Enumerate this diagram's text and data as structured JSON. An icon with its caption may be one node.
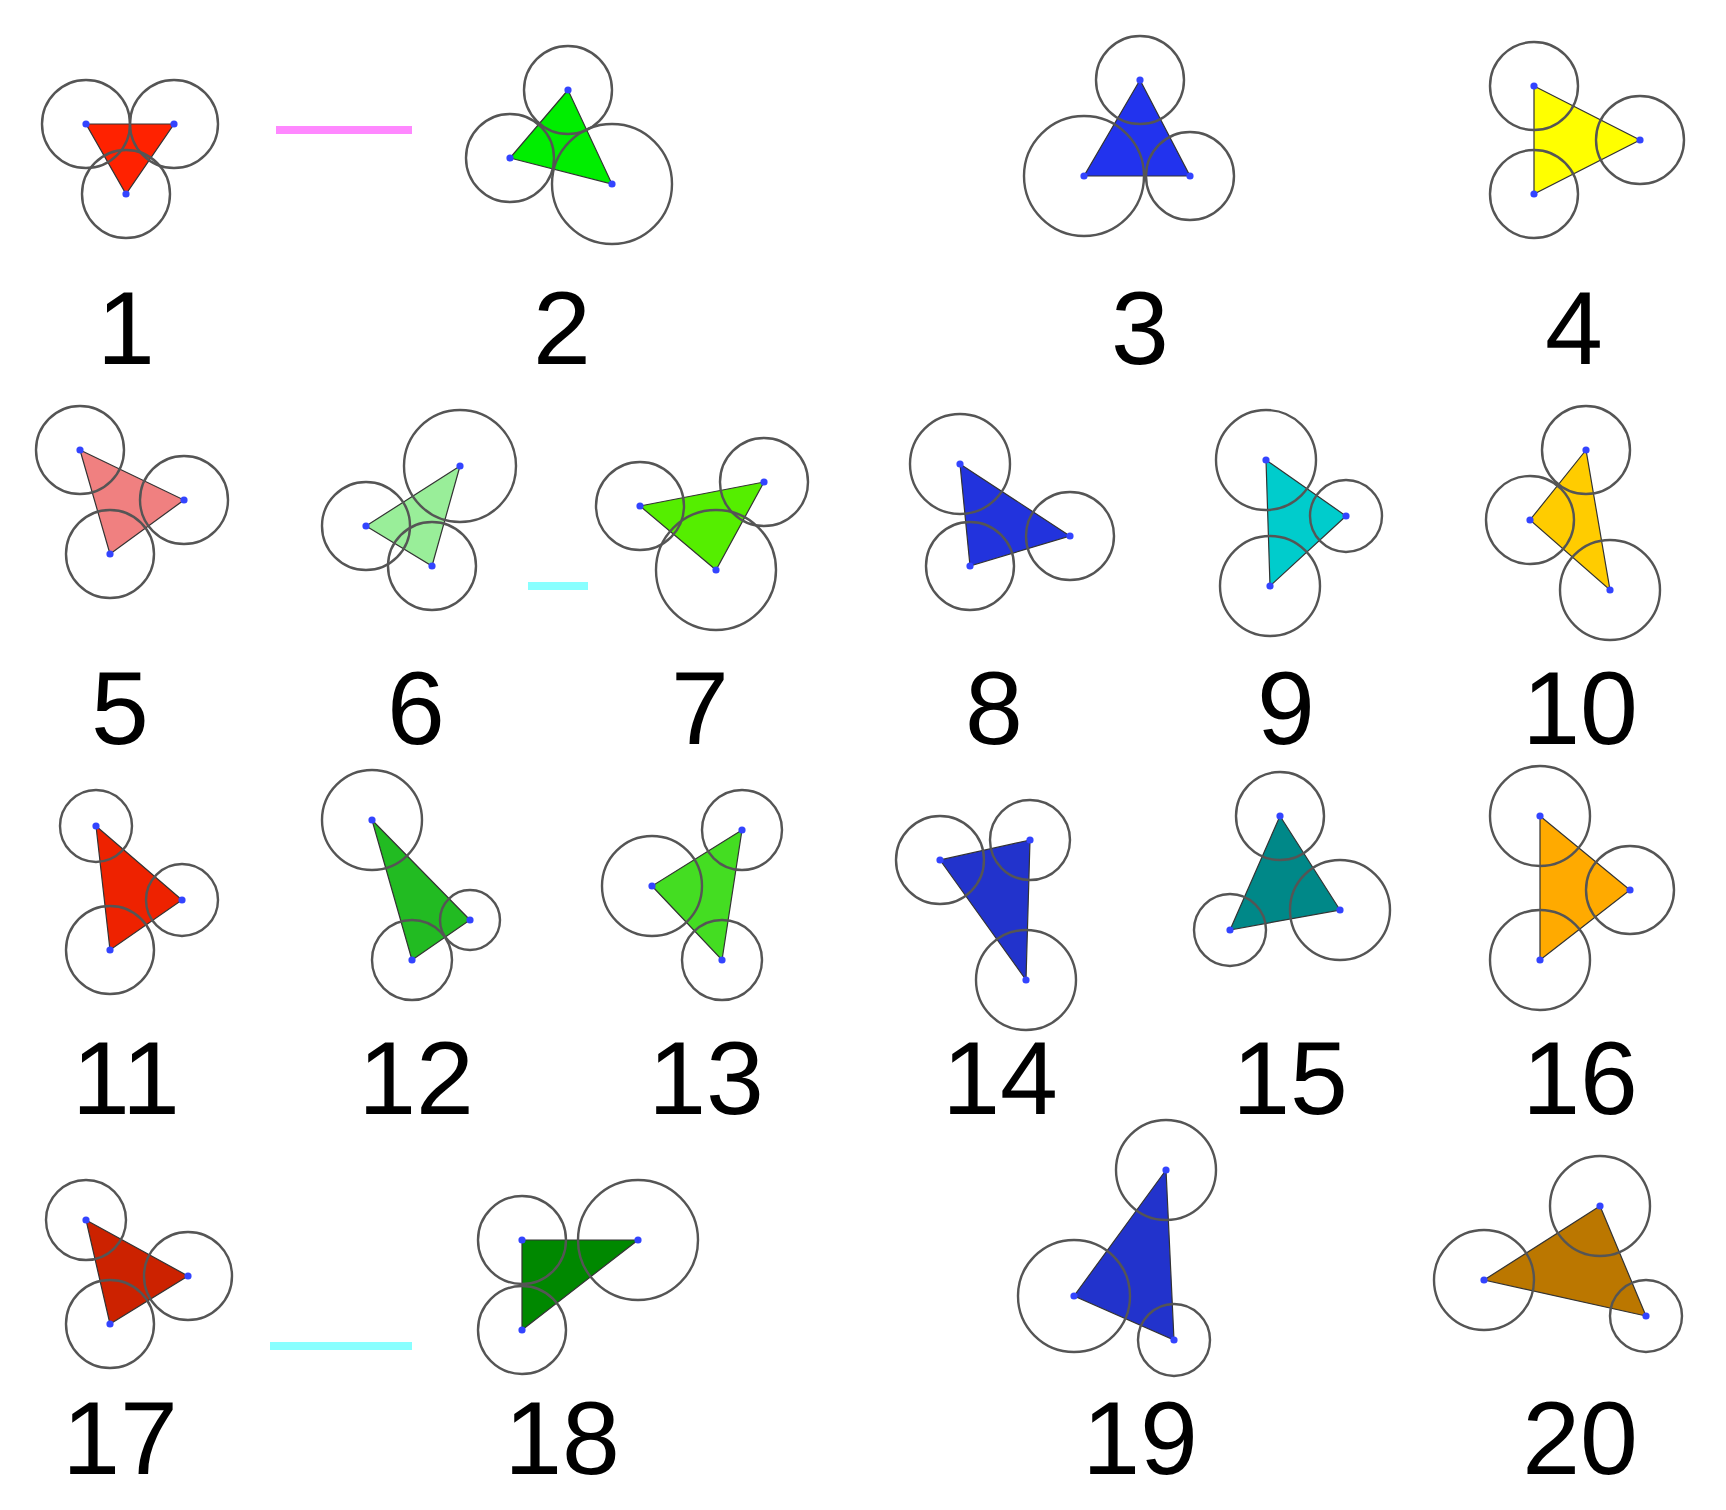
{
  "diagram": {
    "nodes": [
      {
        "text": [
          "1"
        ]
      },
      {
        "text": [
          "2"
        ]
      },
      {
        "text": [
          "3"
        ]
      },
      {
        "text": [
          "4"
        ]
      },
      {
        "text": [
          "5"
        ]
      },
      {
        "text": [
          "6"
        ]
      },
      {
        "text": [
          "7"
        ]
      },
      {
        "text": [
          "8"
        ]
      },
      {
        "text": [
          "9"
        ]
      },
      {
        "text": [
          "10"
        ]
      },
      {
        "text": [
          "11"
        ]
      },
      {
        "text": [
          "12"
        ]
      },
      {
        "text": [
          "13"
        ]
      },
      {
        "text": [
          "14"
        ]
      },
      {
        "text": [
          "15"
        ]
      },
      {
        "text": [
          "16"
        ]
      },
      {
        "text": [
          "17"
        ]
      },
      {
        "text": [
          "18"
        ]
      },
      {
        "text": [
          "19"
        ]
      },
      {
        "text": [
          "20"
        ]
      }
    ],
    "edges": [
      {
        "from": 0,
        "to": 1,
        "arrow": "none",
        "color": "#ff88ff"
      },
      {
        "from": 5,
        "to": 6,
        "arrow": "none"
      },
      {
        "from": 16,
        "to": 17,
        "arrow": "none"
      }
    ]
  }
}
